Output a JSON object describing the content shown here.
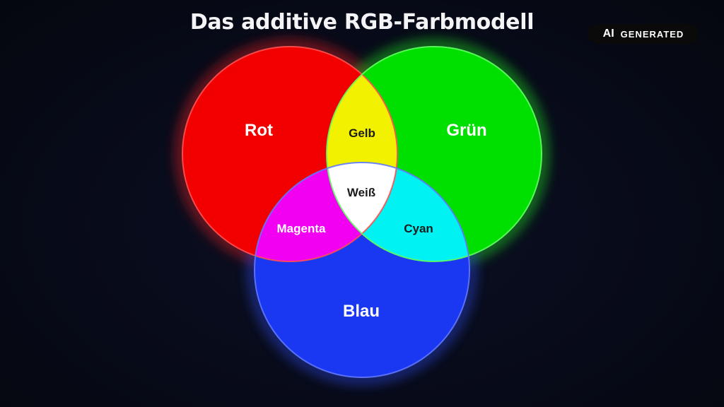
{
  "title": "Das additive RGB-Farbmodell",
  "badge": {
    "ai": "AI",
    "text": "GENERATED"
  },
  "diagram": {
    "circles": [
      {
        "id": "red",
        "label": "Rot",
        "color": "#ff0000"
      },
      {
        "id": "green",
        "label": "Grün",
        "color": "#00ff00"
      },
      {
        "id": "blue",
        "label": "Blau",
        "color": "#1f3dff"
      }
    ],
    "overlaps": {
      "red_green": "Gelb",
      "red_blue": "Magenta",
      "green_blue": "Cyan",
      "all": "Weiß"
    },
    "colors": {
      "background": "#070a18",
      "yellow": "#ffff00",
      "magenta": "#ff00ff",
      "cyan": "#00ffff",
      "white": "#ffffff"
    }
  }
}
